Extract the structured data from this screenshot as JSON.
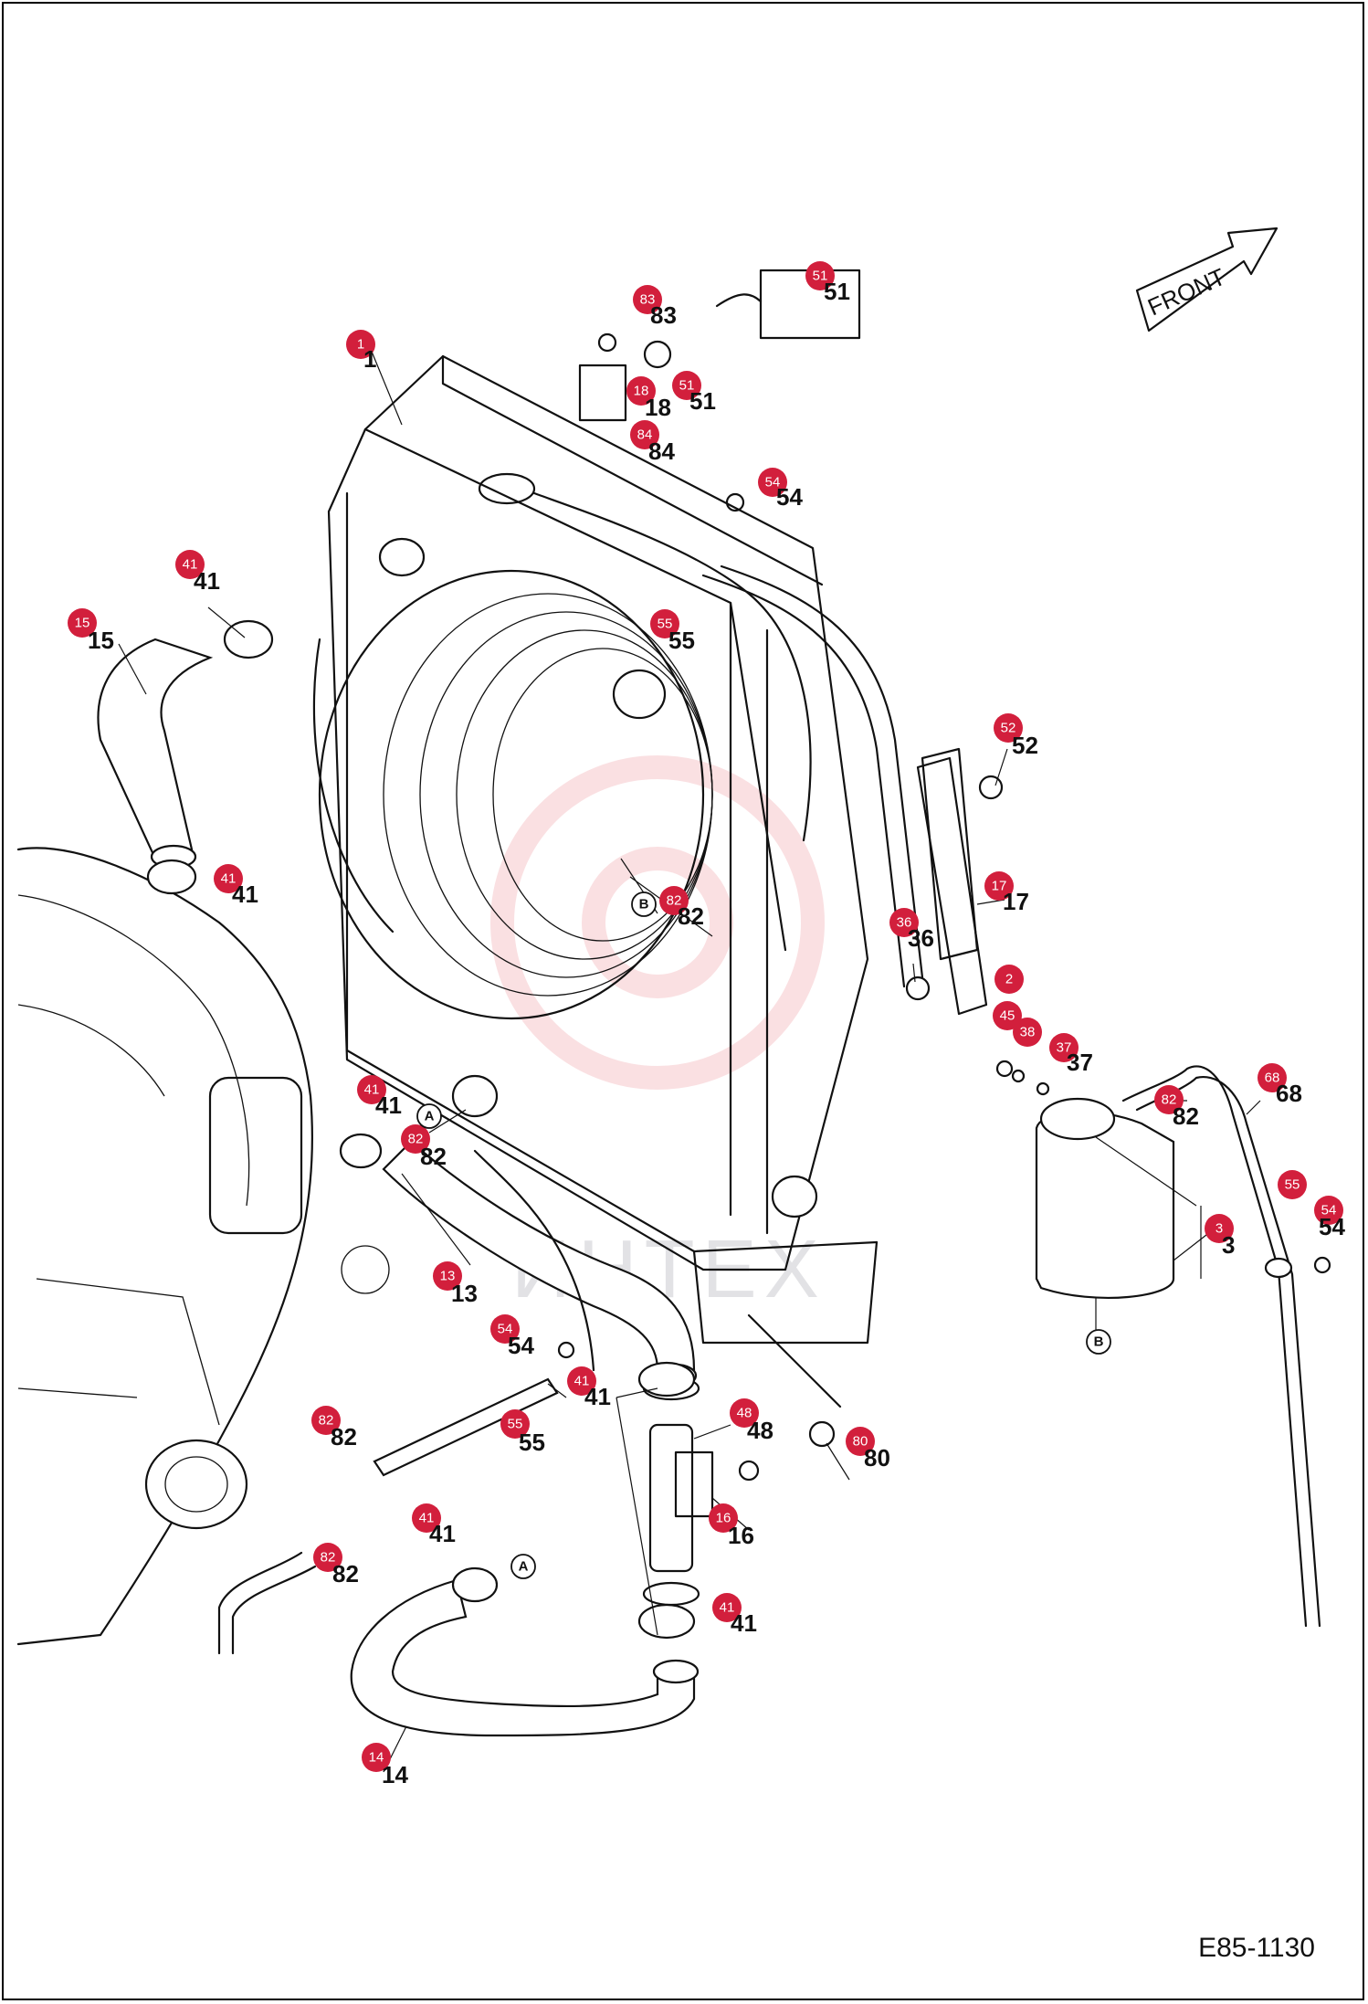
{
  "diagram": {
    "code": "E85-1130",
    "front_label": "FRONT",
    "watermark_text": "ИНТЕХ",
    "colors": {
      "badge": "#d21f3c",
      "line": "#111111"
    },
    "callouts": [
      {
        "id": "1",
        "label": "1"
      },
      {
        "id": "3",
        "label": "3"
      },
      {
        "id": "13",
        "label": "13"
      },
      {
        "id": "14",
        "label": "14"
      },
      {
        "id": "15",
        "label": "15"
      },
      {
        "id": "16",
        "label": "16"
      },
      {
        "id": "17",
        "label": "17"
      },
      {
        "id": "18",
        "label": "18"
      },
      {
        "id": "36",
        "label": "36"
      },
      {
        "id": "37",
        "label": "37"
      },
      {
        "id": "38",
        "label": "38"
      },
      {
        "id": "41a",
        "label": "41"
      },
      {
        "id": "41b",
        "label": "41"
      },
      {
        "id": "41c",
        "label": "41"
      },
      {
        "id": "41d",
        "label": "41"
      },
      {
        "id": "41e",
        "label": "41"
      },
      {
        "id": "41f",
        "label": "41"
      },
      {
        "id": "41g",
        "label": "41"
      },
      {
        "id": "45",
        "label": "45"
      },
      {
        "id": "48",
        "label": "48"
      },
      {
        "id": "51a",
        "label": "51"
      },
      {
        "id": "51b",
        "label": "51"
      },
      {
        "id": "52",
        "label": "52"
      },
      {
        "id": "54a",
        "label": "54"
      },
      {
        "id": "54b",
        "label": "54"
      },
      {
        "id": "54c",
        "label": "54"
      },
      {
        "id": "55a",
        "label": "55"
      },
      {
        "id": "55b",
        "label": "55"
      },
      {
        "id": "55c",
        "label": "55"
      },
      {
        "id": "68",
        "label": "68"
      },
      {
        "id": "80",
        "label": "80"
      },
      {
        "id": "82a",
        "label": "82"
      },
      {
        "id": "82b",
        "label": "82"
      },
      {
        "id": "82c",
        "label": "82"
      },
      {
        "id": "82d",
        "label": "82"
      },
      {
        "id": "82e",
        "label": "82"
      },
      {
        "id": "83",
        "label": "83"
      },
      {
        "id": "84",
        "label": "84"
      }
    ],
    "badges": [
      {
        "id": "2",
        "label": "2"
      }
    ],
    "refs": [
      {
        "id": "A1",
        "label": "A"
      },
      {
        "id": "A2",
        "label": "A"
      },
      {
        "id": "B1",
        "label": "B"
      },
      {
        "id": "B2",
        "label": "B"
      }
    ]
  }
}
